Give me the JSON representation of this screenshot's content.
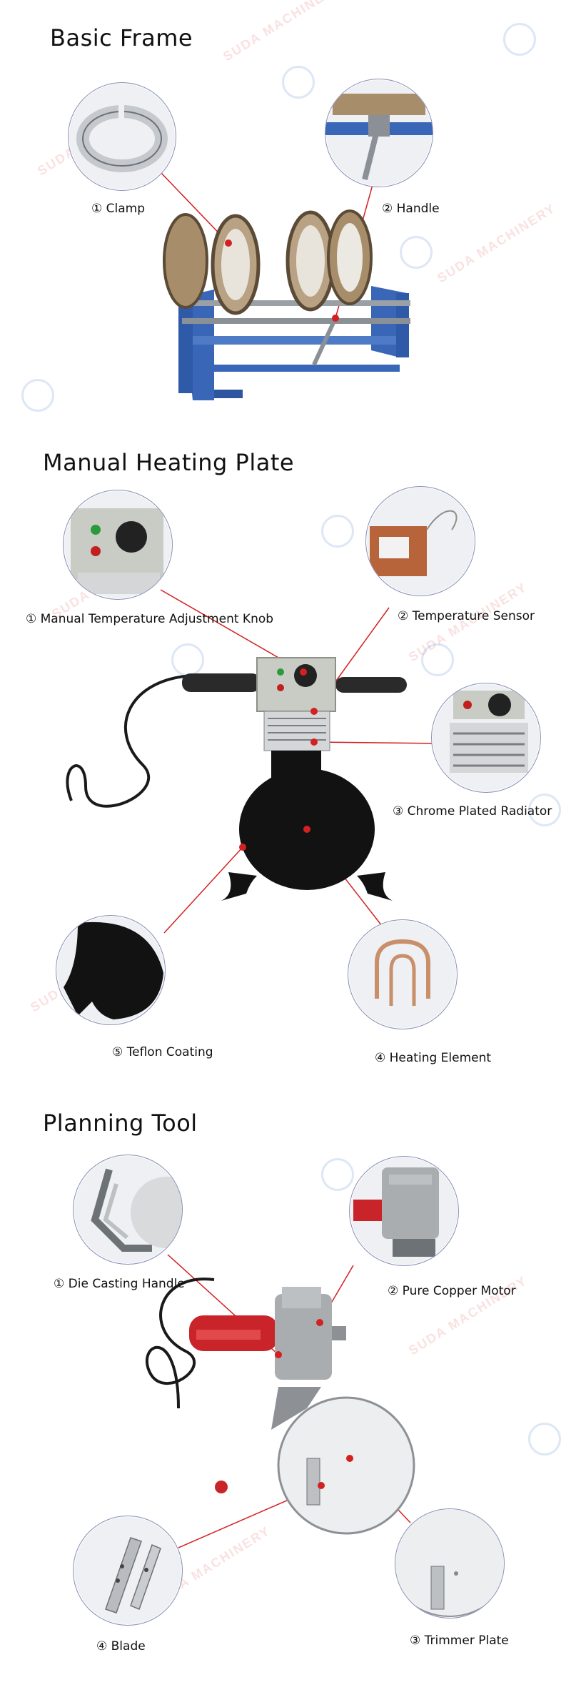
{
  "sections": [
    {
      "title": "Basic Frame",
      "labels": [
        "① Clamp",
        "② Handle"
      ]
    },
    {
      "title": "Manual Heating Plate",
      "labels": [
        "① Manual Temperature Adjustment Knob",
        "② Temperature Sensor",
        "③ Chrome Plated Radiator",
        "④ Heating Element",
        "⑤ Teflon Coating"
      ]
    },
    {
      "title": "Planning Tool",
      "labels": [
        "① Die Casting Handle",
        "② Pure Copper Motor",
        "③ Trimmer Plate",
        "④ Blade"
      ]
    }
  ],
  "watermark": "SUDA MACHINERY",
  "colors": {
    "pointer": "#d42020",
    "frame_blue": "#3a66b8",
    "plate_black": "#121212",
    "motor_gray": "#a9adb0",
    "handle_red": "#c8242a"
  },
  "icons": [
    "clamp-photo",
    "handle-photo",
    "knob-photo",
    "sensor-photo",
    "radiator-photo",
    "heating-element-photo",
    "teflon-photo",
    "die-handle-photo",
    "motor-photo",
    "trimmer-plate-photo",
    "blade-photo"
  ]
}
